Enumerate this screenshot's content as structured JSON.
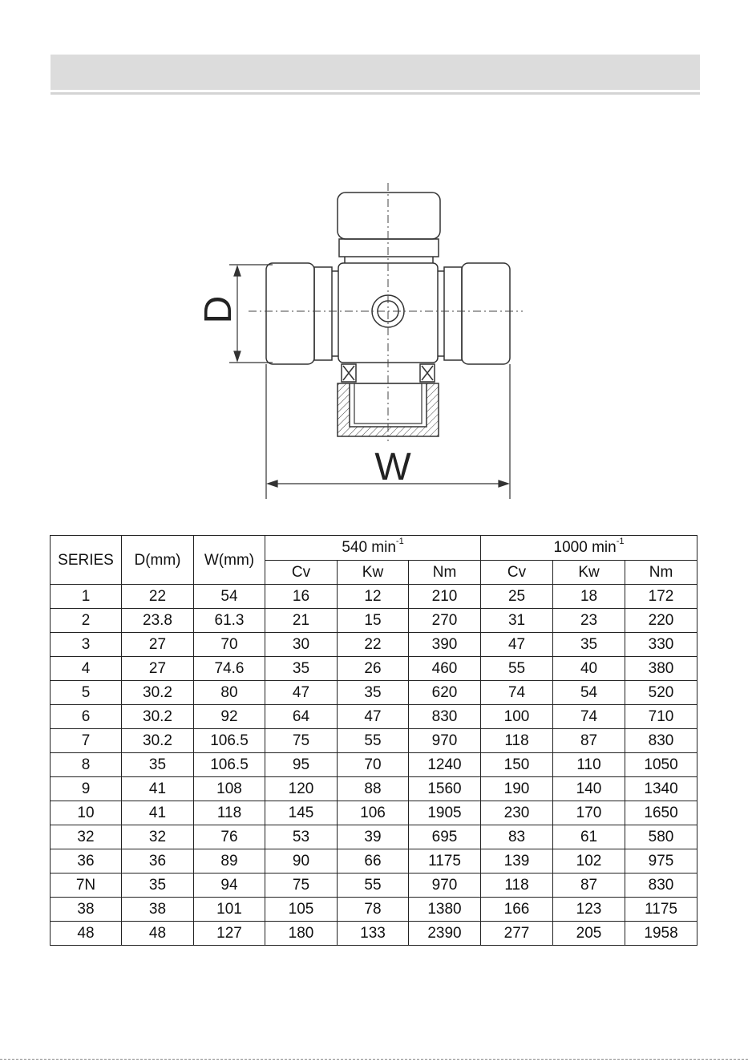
{
  "diagram": {
    "label_d": "D",
    "label_w": "W"
  },
  "table": {
    "header": {
      "series": "SERIES",
      "d": "D(mm)",
      "w": "W(mm)",
      "group1_base": "540 min",
      "group1_sup": "-1",
      "group2_base": "1000 min",
      "group2_sup": "-1",
      "sub": [
        "Cv",
        "Kw",
        "Nm",
        "Cv",
        "Kw",
        "Nm"
      ]
    },
    "rows": [
      [
        "1",
        "22",
        "54",
        "16",
        "12",
        "210",
        "25",
        "18",
        "172"
      ],
      [
        "2",
        "23.8",
        "61.3",
        "21",
        "15",
        "270",
        "31",
        "23",
        "220"
      ],
      [
        "3",
        "27",
        "70",
        "30",
        "22",
        "390",
        "47",
        "35",
        "330"
      ],
      [
        "4",
        "27",
        "74.6",
        "35",
        "26",
        "460",
        "55",
        "40",
        "380"
      ],
      [
        "5",
        "30.2",
        "80",
        "47",
        "35",
        "620",
        "74",
        "54",
        "520"
      ],
      [
        "6",
        "30.2",
        "92",
        "64",
        "47",
        "830",
        "100",
        "74",
        "710"
      ],
      [
        "7",
        "30.2",
        "106.5",
        "75",
        "55",
        "970",
        "118",
        "87",
        "830"
      ],
      [
        "8",
        "35",
        "106.5",
        "95",
        "70",
        "1240",
        "150",
        "110",
        "1050"
      ],
      [
        "9",
        "41",
        "108",
        "120",
        "88",
        "1560",
        "190",
        "140",
        "1340"
      ],
      [
        "10",
        "41",
        "118",
        "145",
        "106",
        "1905",
        "230",
        "170",
        "1650"
      ],
      [
        "32",
        "32",
        "76",
        "53",
        "39",
        "695",
        "83",
        "61",
        "580"
      ],
      [
        "36",
        "36",
        "89",
        "90",
        "66",
        "1175",
        "139",
        "102",
        "975"
      ],
      [
        "7N",
        "35",
        "94",
        "75",
        "55",
        "970",
        "118",
        "87",
        "830"
      ],
      [
        "38",
        "38",
        "101",
        "105",
        "78",
        "1380",
        "166",
        "123",
        "1175"
      ],
      [
        "48",
        "48",
        "127",
        "180",
        "133",
        "2390",
        "277",
        "205",
        "1958"
      ]
    ]
  }
}
